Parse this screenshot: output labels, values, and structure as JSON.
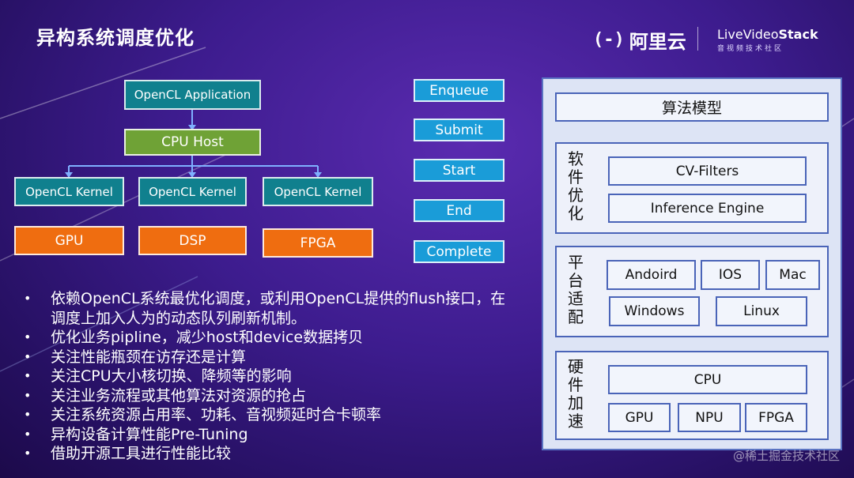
{
  "header": {
    "title": "异构系统调度优化",
    "logo_aliyun_mark": "(-)",
    "logo_aliyun_text": "阿里云",
    "logo_lvs_text_a": "Live",
    "logo_lvs_text_b": "Video",
    "logo_lvs_text_c": "Stack",
    "logo_lvs_sub": "音视频技术社区"
  },
  "diagram": {
    "app": "OpenCL Application",
    "host": "CPU Host",
    "kernels": [
      "OpenCL Kernel",
      "OpenCL Kernel",
      "OpenCL Kernel"
    ],
    "devices": [
      "GPU",
      "DSP",
      "FPGA"
    ]
  },
  "pipeline": [
    "Enqueue",
    "Submit",
    "Start",
    "End",
    "Complete"
  ],
  "stack": {
    "top": "算法模型",
    "software": {
      "label": [
        "软",
        "件",
        "优",
        "化"
      ],
      "items": [
        "CV-Filters",
        "Inference Engine"
      ]
    },
    "platform": {
      "label": [
        "平",
        "台",
        "适",
        "配"
      ],
      "items": [
        "Andoird",
        "IOS",
        "Mac",
        "Windows",
        "Linux"
      ]
    },
    "hardware": {
      "label": [
        "硬",
        "件",
        "加",
        "速"
      ],
      "items": [
        "CPU",
        "GPU",
        "NPU",
        "FPGA"
      ]
    }
  },
  "bullets": [
    "依赖OpenCL系统最优化调度，或利用OpenCL提供的flush接口，在调度上加入人为的动态队列刷新机制。",
    "优化业务pipline，减少host和device数据拷贝",
    "关注性能瓶颈在访存还是计算",
    "关注CPU大小核切换、降频等的影响",
    "关注业务流程或其他算法对资源的抢占",
    "关注系统资源占用率、功耗、音视频延时合卡顿率",
    "异构设备计算性能Pre-Tuning",
    "借助开源工具进行性能比较"
  ],
  "watermark": "@稀土掘金技术社区"
}
